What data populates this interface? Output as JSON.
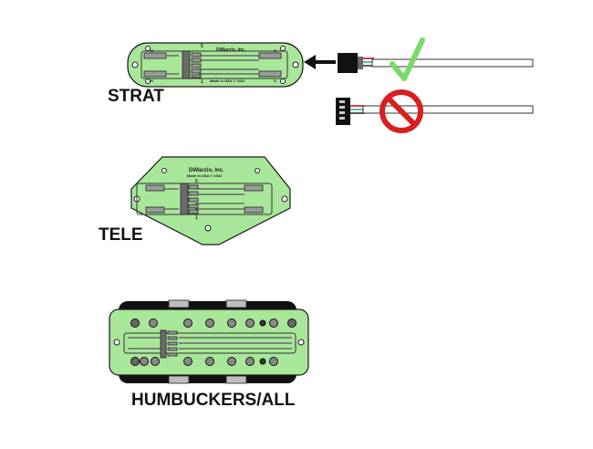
{
  "strat": {
    "label": "STRAT",
    "brand": "DiMarzio, Inc.",
    "made_in": "Made in USA © 2022",
    "pin_top": "5",
    "pin_bottom": "1",
    "left_top": "B",
    "left_bottom": "R",
    "right_top": "G",
    "right_bottom": "S"
  },
  "tele": {
    "label": "TELE",
    "brand": "DiMarzio, Inc.",
    "made_in": "Made in USA © 2022",
    "pin_top": "5",
    "pin_bottom": "1"
  },
  "humbucker": {
    "label": "HUMBUCKERS/ALL"
  },
  "connectors": {
    "correct": "correct-orientation",
    "incorrect": "incorrect-orientation"
  },
  "colors": {
    "pcb_green": "#a8e69a",
    "check_green": "#7bd86a",
    "prohibit_red": "#d62020"
  }
}
